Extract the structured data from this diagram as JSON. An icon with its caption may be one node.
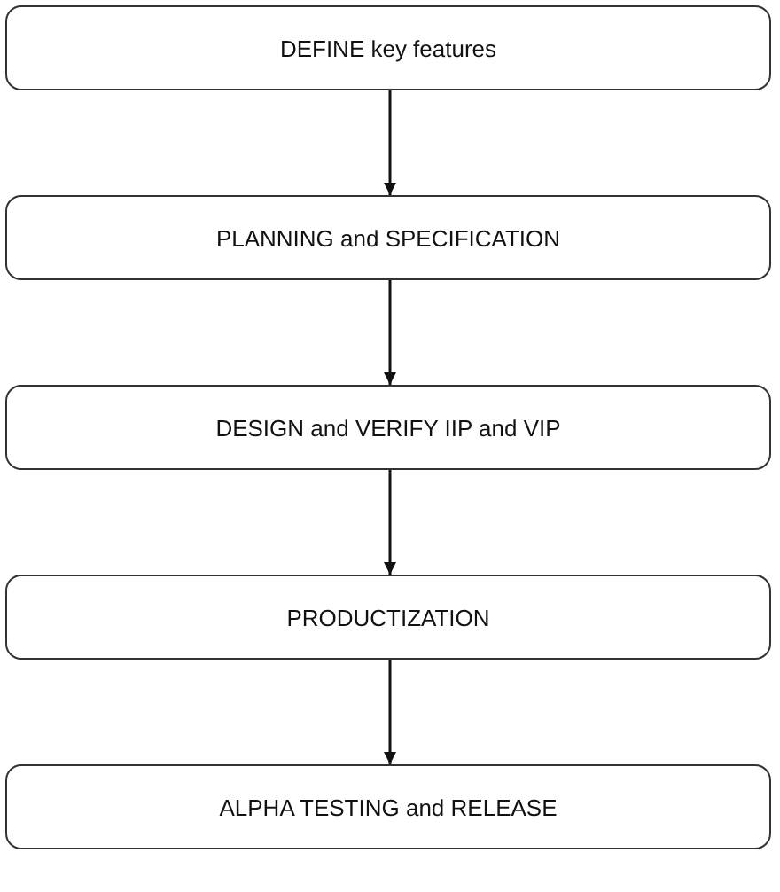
{
  "diagram": {
    "nodes": [
      {
        "text": [
          "DEFINE key features"
        ]
      },
      {
        "text": [
          "PLANNING and SPECIFICATION"
        ]
      },
      {
        "text": [
          "DESIGN and VERIFY IIP and VIP"
        ]
      },
      {
        "text": [
          "PRODUCTIZATION"
        ]
      },
      {
        "text": [
          "ALPHA TESTING and RELEASE"
        ]
      }
    ],
    "edges": [
      {
        "from": 0,
        "to": 1,
        "arrow": "to"
      },
      {
        "from": 1,
        "to": 2,
        "arrow": "to"
      },
      {
        "from": 2,
        "to": 3,
        "arrow": "to"
      },
      {
        "from": 3,
        "to": 4,
        "arrow": "to"
      }
    ]
  }
}
